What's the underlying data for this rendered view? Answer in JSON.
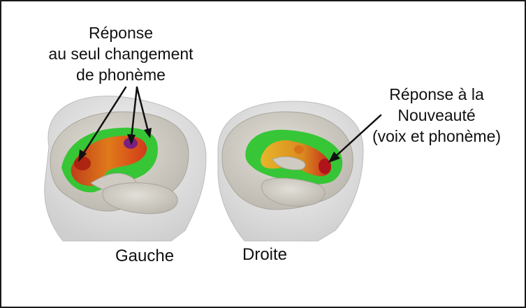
{
  "left_annotation": {
    "lines": [
      "Réponse",
      "au seul changement",
      "de phonème"
    ]
  },
  "right_annotation": {
    "lines": [
      "Réponse à la",
      "Nouveauté",
      "(voix et phonème)"
    ]
  },
  "captions": {
    "left": "Gauche",
    "right": "Droite"
  },
  "colors": {
    "head": "#e6e6e6",
    "brain": "#d3d0c8",
    "activation_outer": "#2ec52e",
    "activation_mid": "#e3c82a",
    "activation_hot": "#d23a1a",
    "activation_peak": "#7a1f80",
    "arrow": "#111111"
  }
}
